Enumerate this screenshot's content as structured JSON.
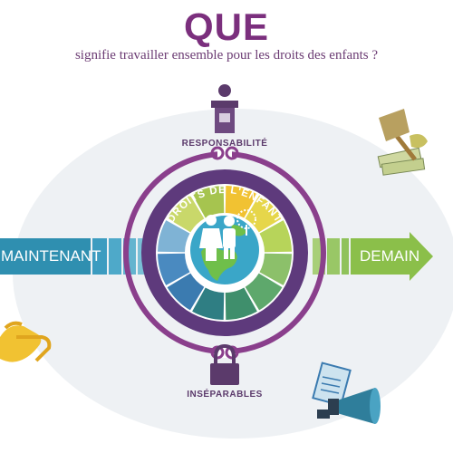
{
  "title": "QUE",
  "subtitle": "signifie travailler ensemble pour les droits des enfants ?",
  "ring_label": "DROITS DE L'ENFANT",
  "labels": {
    "top": "RESPONSABILITÉ",
    "bottom": "INSÉPARABLES",
    "left": "MAINTENANT",
    "right": "DEMAIN"
  },
  "colors": {
    "title": "#7b2f7d",
    "ring_purple": "#5e3a7c",
    "ring_outer": "#8a3f8c",
    "arrow_blue": "#2f8fb0",
    "arrow_green": "#8bbf4a",
    "egg": "#eef1f4",
    "wedge_colors": [
      "#f1c232",
      "#e6d64a",
      "#b7d45a",
      "#8cc06a",
      "#5ea86c",
      "#3f8f6c",
      "#2f7e83",
      "#3b7bb0",
      "#4a8ac0",
      "#7fb3d5",
      "#c9d86a",
      "#a6c44f"
    ]
  },
  "icons": [
    "podium-icon",
    "shovel-money-icon",
    "handshake-icon",
    "padlock-icon",
    "megaphone-icon",
    "children-icon",
    "tree-icon",
    "globe-icon"
  ]
}
